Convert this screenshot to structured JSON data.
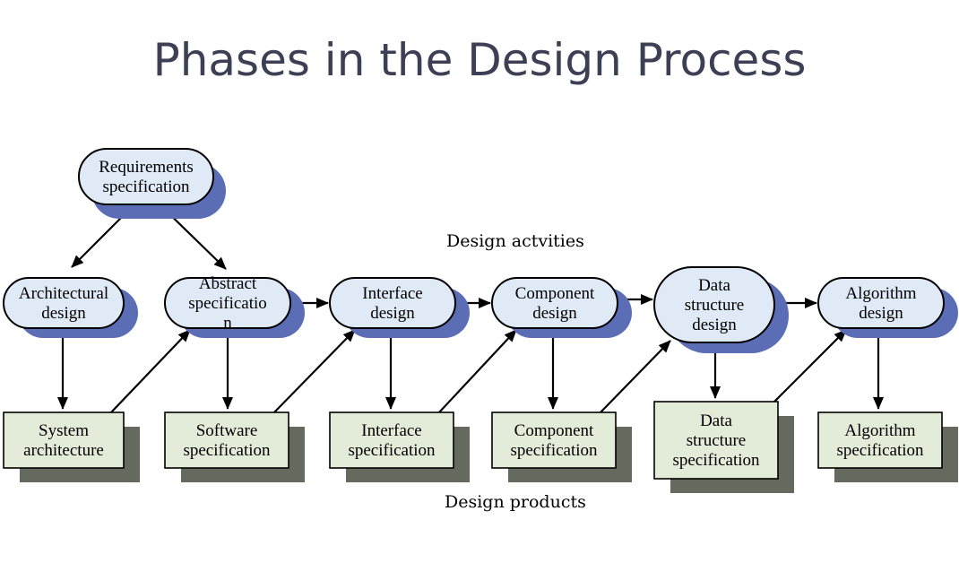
{
  "title": "Phases in the Design Process",
  "labels": {
    "activities": "Design actvities",
    "products": "Design products"
  },
  "activities": [
    {
      "id": "requirements",
      "lines": [
        "Requirements",
        "specification"
      ]
    },
    {
      "id": "architectural",
      "lines": [
        "Architectural",
        "design"
      ]
    },
    {
      "id": "abstract",
      "lines": [
        "Abstract",
        "specificatio",
        "n"
      ]
    },
    {
      "id": "interface",
      "lines": [
        "Interface",
        "design"
      ]
    },
    {
      "id": "component",
      "lines": [
        "Component",
        "design"
      ]
    },
    {
      "id": "data-structure",
      "lines": [
        "Data",
        "structure",
        "design"
      ]
    },
    {
      "id": "algorithm",
      "lines": [
        "Algorithm",
        "design"
      ]
    }
  ],
  "products": [
    {
      "id": "system-architecture",
      "lines": [
        "System",
        "architecture"
      ]
    },
    {
      "id": "software-spec",
      "lines": [
        "Software",
        "specification"
      ]
    },
    {
      "id": "interface-spec",
      "lines": [
        "Interface",
        "specification"
      ]
    },
    {
      "id": "component-spec",
      "lines": [
        "Component",
        "specification"
      ]
    },
    {
      "id": "data-structure-spec",
      "lines": [
        "Data",
        "structure",
        "specification"
      ]
    },
    {
      "id": "algorithm-spec",
      "lines": [
        "Algorithm",
        "specification"
      ]
    }
  ],
  "colors": {
    "activity_fill": "#dfeaf6",
    "activity_shadow": "#5b6db5",
    "product_fill": "#e3ecd8",
    "product_shadow": "#646b5e",
    "stroke": "#000000"
  }
}
